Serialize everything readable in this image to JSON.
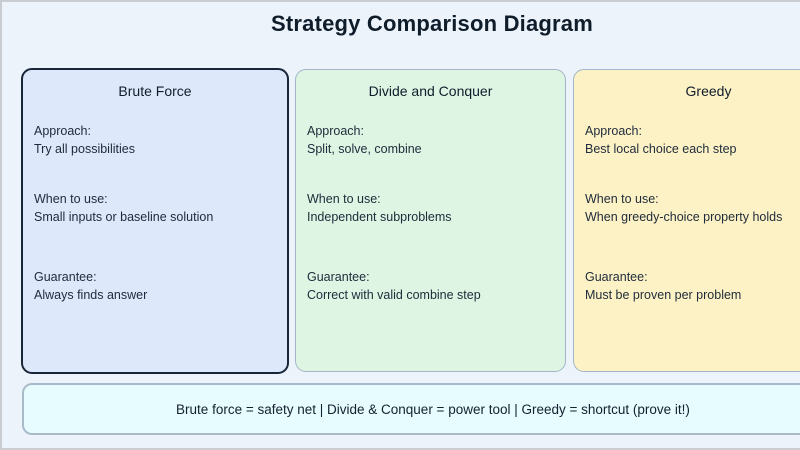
{
  "page": {
    "title": "Strategy Comparison Diagram"
  },
  "colors": {
    "page_background": "#edf3fb",
    "frame_border": "#c9cdd2",
    "text": "#1e2b3a",
    "brute_force_fill": "#dde8fa",
    "brute_force_border": "#18263a",
    "divide_conquer_fill": "#def5e3",
    "greedy_fill": "#fdf2c6",
    "soft_card_border": "#a3b5c7",
    "banner_fill": "#e7fcfe",
    "banner_border": "#a9bbc9"
  },
  "cards": [
    {
      "title": "Brute Force",
      "fill": "#dde8fa",
      "border": "#18263a",
      "sections": [
        {
          "label": "Approach:",
          "value": "Try all possibilities"
        },
        {
          "label": "When to use:",
          "value": "Small inputs or baseline solution"
        },
        {
          "label": "Guarantee:",
          "value": "Always finds answer"
        }
      ]
    },
    {
      "title": "Divide and Conquer",
      "fill": "#def5e3",
      "border": "#a3b5c7",
      "sections": [
        {
          "label": "Approach:",
          "value": "Split, solve, combine"
        },
        {
          "label": "When to use:",
          "value": "Independent subproblems"
        },
        {
          "label": "Guarantee:",
          "value": "Correct with valid combine step"
        }
      ]
    },
    {
      "title": "Greedy",
      "fill": "#fdf2c6",
      "border": "#a3b5c7",
      "sections": [
        {
          "label": "Approach:",
          "value": "Best local choice each step"
        },
        {
          "label": "When to use:",
          "value": "When greedy-choice property holds"
        },
        {
          "label": "Guarantee:",
          "value": "Must be proven per problem"
        }
      ]
    }
  ],
  "summary": {
    "text": "Brute force = safety net | Divide & Conquer = power tool | Greedy = shortcut (prove it!)",
    "fill": "#e7fcfe",
    "border": "#a9bbc9"
  }
}
